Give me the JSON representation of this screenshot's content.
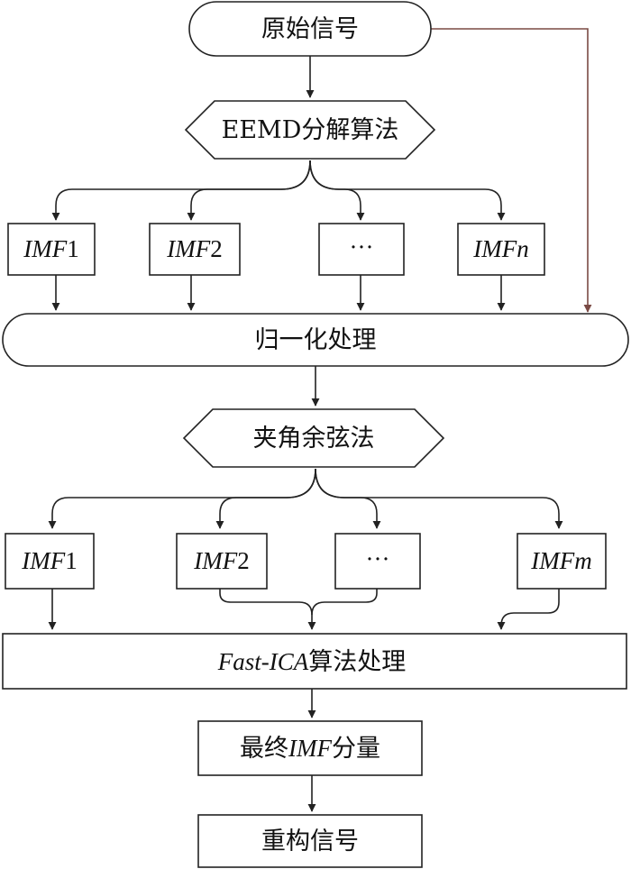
{
  "nodes": {
    "original_signal": "原始信号",
    "eemd": "EEMD分解算法",
    "imf1_top": {
      "italic": "IMF",
      "suffix": "1"
    },
    "imf2_top": {
      "italic": "IMF",
      "suffix": "2"
    },
    "ellipsis_top": "···",
    "imfn_top": {
      "italic": "IMFn",
      "suffix": ""
    },
    "normalize": "归一化处理",
    "cosine": "夹角余弦法",
    "imf1_mid": {
      "italic": "IMF",
      "suffix": "1"
    },
    "imf2_mid": {
      "italic": "IMF",
      "suffix": "2"
    },
    "ellipsis_mid": "···",
    "imfm_mid": {
      "italic": "IMFm",
      "suffix": ""
    },
    "fastica": {
      "italic": "Fast-ICA",
      "suffix": "算法处理"
    },
    "final_imf": {
      "prefix": "最终",
      "italic": "IMF",
      "suffix": "分量"
    },
    "reconstruct": "重构信号"
  },
  "colors": {
    "stroke": "#222222",
    "accent_arrow": "#7a4a44"
  }
}
